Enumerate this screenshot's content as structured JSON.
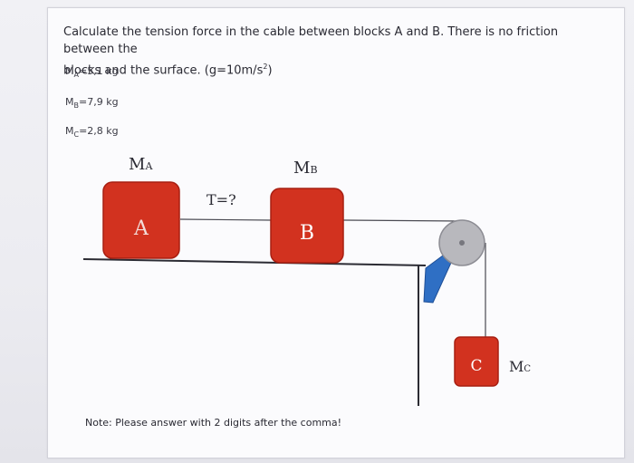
{
  "question": {
    "line1": "Calculate the tension force in the cable between blocks A and B. There is no friction between the",
    "line2_prefix": "blocks and the surface. (g=10m/s",
    "line2_sup": "2",
    "line2_suffix": ")"
  },
  "given": [
    {
      "symbol": "M",
      "sub": "A",
      "value": "=5,1 kg"
    },
    {
      "symbol": "M",
      "sub": "B",
      "value": "=7,9 kg"
    },
    {
      "symbol": "M",
      "sub": "C",
      "value": "=2,8 kg"
    }
  ],
  "diagram": {
    "label_ma": {
      "symbol": "M",
      "sub": "A"
    },
    "label_mb": {
      "symbol": "M",
      "sub": "B"
    },
    "label_mc": {
      "symbol": "M",
      "sub": "C"
    },
    "tension_label": "T=?",
    "block_a": "A",
    "block_b": "B",
    "block_c": "C",
    "colors": {
      "block_fill": "#d2321f",
      "block_stroke": "#a81f12",
      "block_text": "#ffffff",
      "pulley_fill": "#b8b8bd",
      "bracket_fill": "#2f6fc4"
    }
  },
  "note": "Note: Please answer with 2 digits after the comma!"
}
